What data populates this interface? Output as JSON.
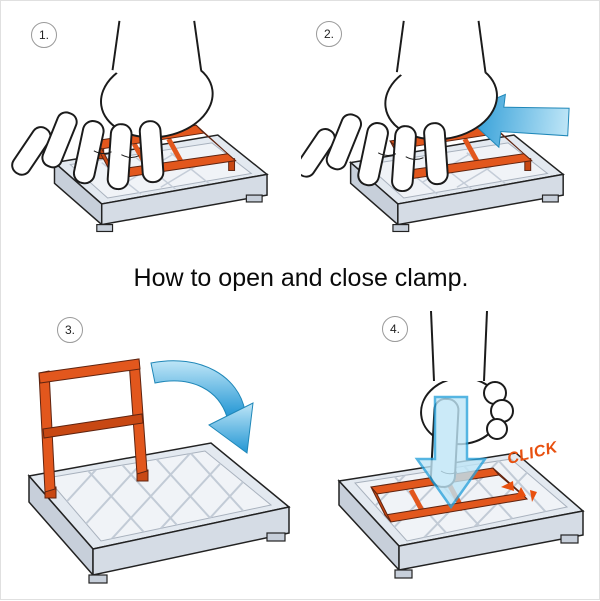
{
  "title": "How to open and close clamp.",
  "steps": [
    {
      "number": "1."
    },
    {
      "number": "2."
    },
    {
      "number": "3."
    },
    {
      "number": "4."
    }
  ],
  "click_label": "CLICK",
  "icons": {
    "step2_arrow": "push-left-arrow",
    "step3_arrow": "curved-open-arrow",
    "step4_arrow": "press-down-arrow",
    "click_burst": "emphasis-marks"
  },
  "colors": {
    "clamp_orange": "#e2571d",
    "clamp_orange_dark": "#c84813",
    "clamp_outline": "#5f2410",
    "arrow_blue": "#2ba3dc",
    "arrow_blue_light": "#bfe6f7",
    "tray_top": "#e3e9f0",
    "tray_floor": "#f0f3f7",
    "tray_side": "#c7cfda",
    "tray_front": "#d5dce5",
    "lattice": "#c2cbd6",
    "outline": "#1b1b1b",
    "click_orange": "#e8500f",
    "badge_border": "#9a9a9a"
  }
}
